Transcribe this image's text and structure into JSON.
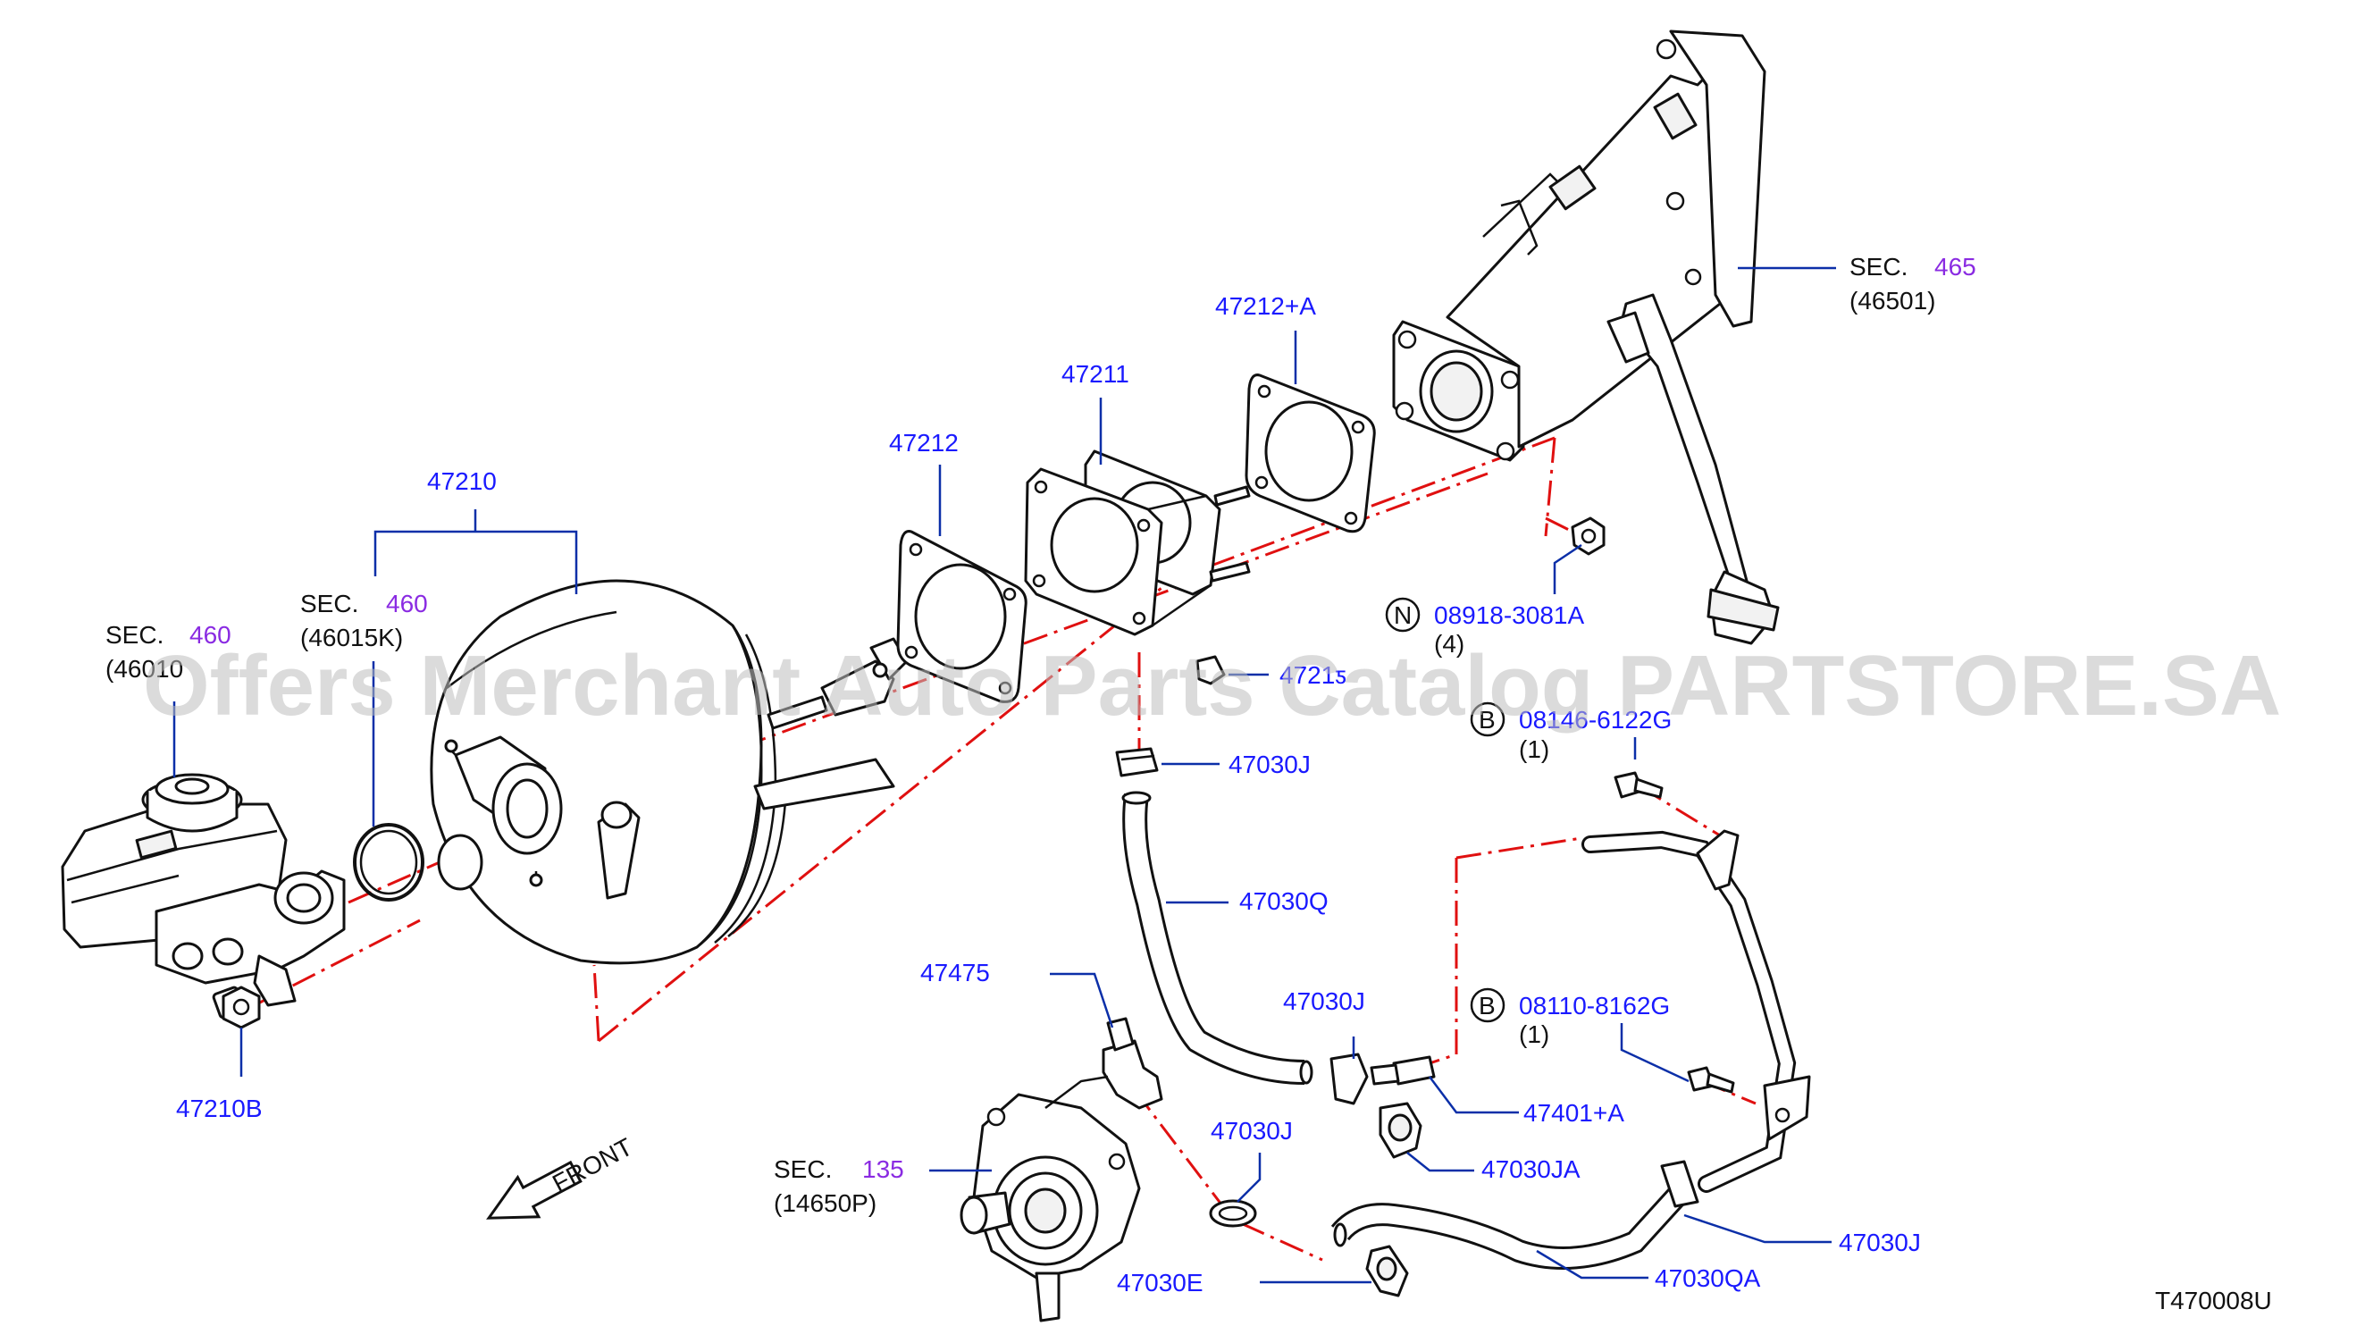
{
  "diagram_id": "T470008U",
  "watermark": "Offers Merchant Auto Parts Catalog PARTSTORE.SA",
  "front_label": "FRONT",
  "colors": {
    "part_number": "#1a1aff",
    "section_number": "#8a2be2",
    "leader": "#0b2fa8",
    "centerline": "#e01010"
  },
  "sections": {
    "sec_reservoir": {
      "prefix": "SEC.",
      "number": "460",
      "code": "(46010"
    },
    "sec_oring": {
      "prefix": "SEC.",
      "number": "460",
      "code": "(46015K)"
    },
    "sec_pedal": {
      "prefix": "SEC.",
      "number": "465",
      "code": "(46501)"
    },
    "sec_pump": {
      "prefix": "SEC.",
      "number": "135",
      "code": "(14650P)"
    }
  },
  "parts": {
    "p47210": "47210",
    "p47212": "47212",
    "p47211": "47211",
    "p47212a": "47212+A",
    "p47210b": "47210B",
    "p47215": "4721ƽ",
    "p47030j_top": "47030J",
    "p47030q": "47030Q",
    "p47475": "47475",
    "p47030j_mid": "47030J",
    "p47401a": "47401+A",
    "p47030ja": "47030JA",
    "p47030j_low": "47030J",
    "p47030e": "47030E",
    "p47030qa": "47030QA",
    "p47030j_right": "47030J"
  },
  "fasteners": {
    "nut": {
      "letter": "N",
      "part": "08918-3081A",
      "qty": "(4)"
    },
    "bolt1": {
      "letter": "B",
      "part": "08146-6122G",
      "qty": "(1)"
    },
    "bolt2": {
      "letter": "B",
      "part": "08110-8162G",
      "qty": "(1)"
    }
  }
}
